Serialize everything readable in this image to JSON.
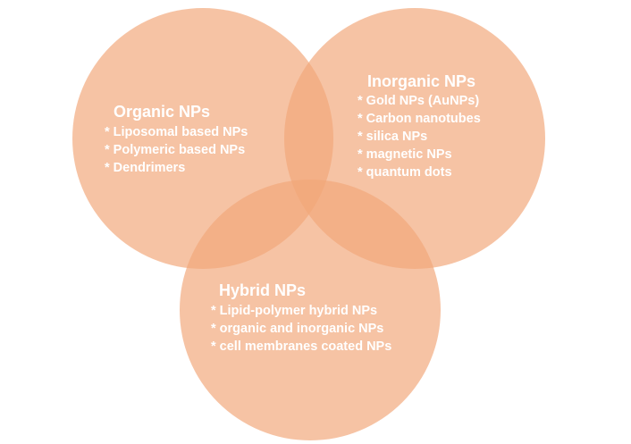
{
  "colors": {
    "circle_fill": "#f2a679",
    "text": "#ffffff",
    "background": "#ffffff"
  },
  "sets": {
    "organic": {
      "title": "Organic NPs",
      "items": [
        "* Liposomal based NPs",
        "* Polymeric based NPs",
        "* Dendrimers"
      ]
    },
    "inorganic": {
      "title": "Inorganic NPs",
      "items": [
        "* Gold NPs (AuNPs)",
        "* Carbon nanotubes",
        "* silica NPs",
        "* magnetic NPs",
        "* quantum dots"
      ]
    },
    "hybrid": {
      "title": "Hybrid NPs",
      "items": [
        "* Lipid-polymer hybrid NPs",
        "* organic and inorganic NPs",
        "* cell membranes coated NPs"
      ]
    }
  }
}
